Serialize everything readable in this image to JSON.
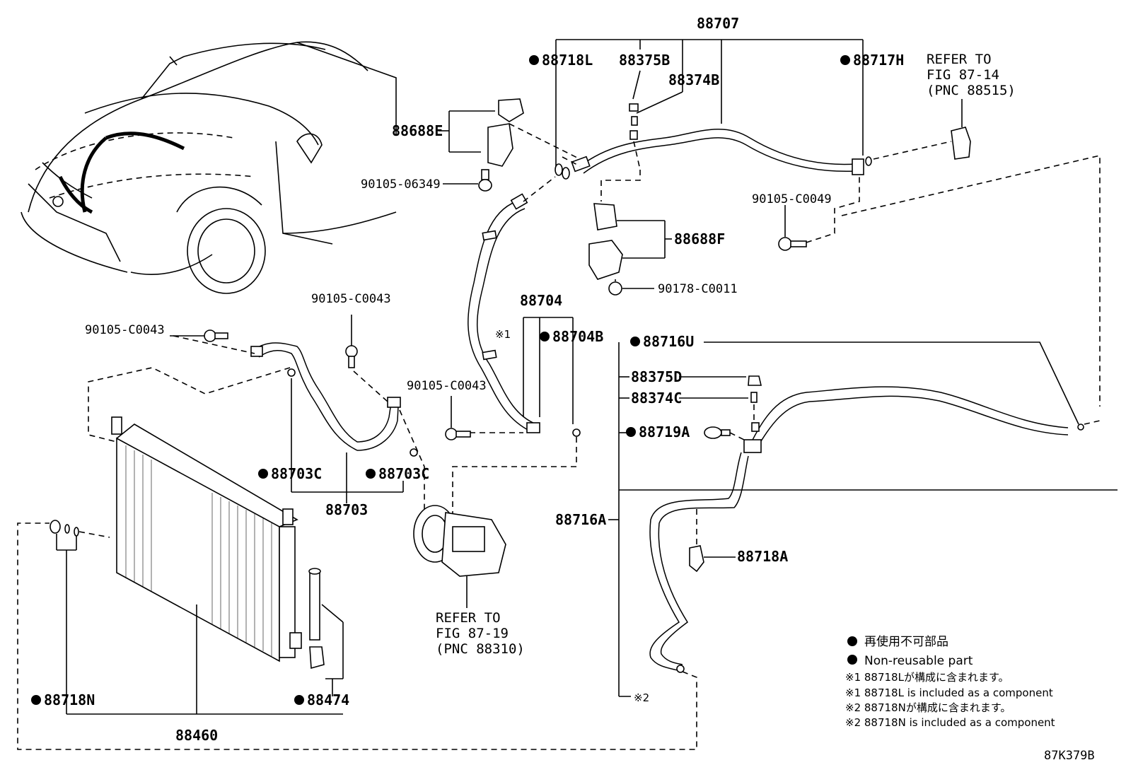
{
  "labels": {
    "p88707": "88707",
    "p88718L": "88718L",
    "p88375B": "88375B",
    "p88374B": "88374B",
    "p88717H": "88717H",
    "refer1_line1": "REFER TO",
    "refer1_line2": "FIG 87-14",
    "refer1_line3": "(PNC 88515)",
    "p88688E": "88688E",
    "p90105_06349": "90105-06349",
    "p90105_C0049": "90105-C0049",
    "p88688F": "88688F",
    "p90178_C0011": "90178-C0011",
    "p90105_C0043_a": "90105-C0043",
    "p90105_C0043_b": "90105-C0043",
    "p90105_C0043_c": "90105-C0043",
    "p88704": "88704",
    "note_mark_1": "※1",
    "p88704B": "88704B",
    "p88716U": "88716U",
    "p88375D": "88375D",
    "p88374C": "88374C",
    "p88719A": "88719A",
    "p88703C_a": "88703C",
    "p88703C_b": "88703C",
    "p88703": "88703",
    "p88716A": "88716A",
    "p88718A": "88718A",
    "refer2_line1": "REFER TO",
    "refer2_line2": "FIG 87-19",
    "refer2_line3": "(PNC 88310)",
    "note_mark_2": "※2",
    "p88718N": "88718N",
    "p88474": "88474",
    "p88460": "88460",
    "figure_code": "87K379B"
  },
  "legend": {
    "line1": "再使用不可部品",
    "line2": "Non-reusable part",
    "line3": "※1 88718Lが構成に含まれます。",
    "line4": "※1 88718L is included as a component",
    "line5": "※2 88718Nが構成に含まれます。",
    "line6": "※2 88718N is included as a component"
  },
  "icons": {
    "non_reusable_marker": "filled-circle"
  }
}
